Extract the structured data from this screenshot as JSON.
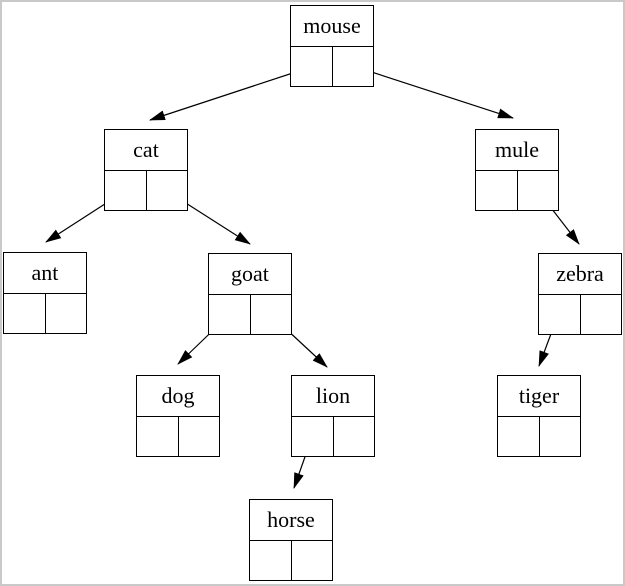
{
  "diagram": {
    "type": "binary-search-tree",
    "node_style": "record-with-two-pointer-cells",
    "colors": {
      "background": "#ffffff",
      "line": "#000000",
      "text": "#000000",
      "frame": "#c9c9c9"
    },
    "nodes": [
      {
        "id": "mouse",
        "label": "mouse"
      },
      {
        "id": "cat",
        "label": "cat"
      },
      {
        "id": "mule",
        "label": "mule"
      },
      {
        "id": "ant",
        "label": "ant"
      },
      {
        "id": "goat",
        "label": "goat"
      },
      {
        "id": "zebra",
        "label": "zebra"
      },
      {
        "id": "dog",
        "label": "dog"
      },
      {
        "id": "lion",
        "label": "lion"
      },
      {
        "id": "tiger",
        "label": "tiger"
      },
      {
        "id": "horse",
        "label": "horse"
      }
    ],
    "edges": [
      {
        "from": "mouse",
        "pointer": "left",
        "to": "cat"
      },
      {
        "from": "mouse",
        "pointer": "right",
        "to": "mule"
      },
      {
        "from": "cat",
        "pointer": "left",
        "to": "ant"
      },
      {
        "from": "cat",
        "pointer": "right",
        "to": "goat"
      },
      {
        "from": "mule",
        "pointer": "right",
        "to": "zebra"
      },
      {
        "from": "goat",
        "pointer": "left",
        "to": "dog"
      },
      {
        "from": "goat",
        "pointer": "right",
        "to": "lion"
      },
      {
        "from": "zebra",
        "pointer": "left",
        "to": "tiger"
      },
      {
        "from": "lion",
        "pointer": "left",
        "to": "horse"
      }
    ]
  }
}
